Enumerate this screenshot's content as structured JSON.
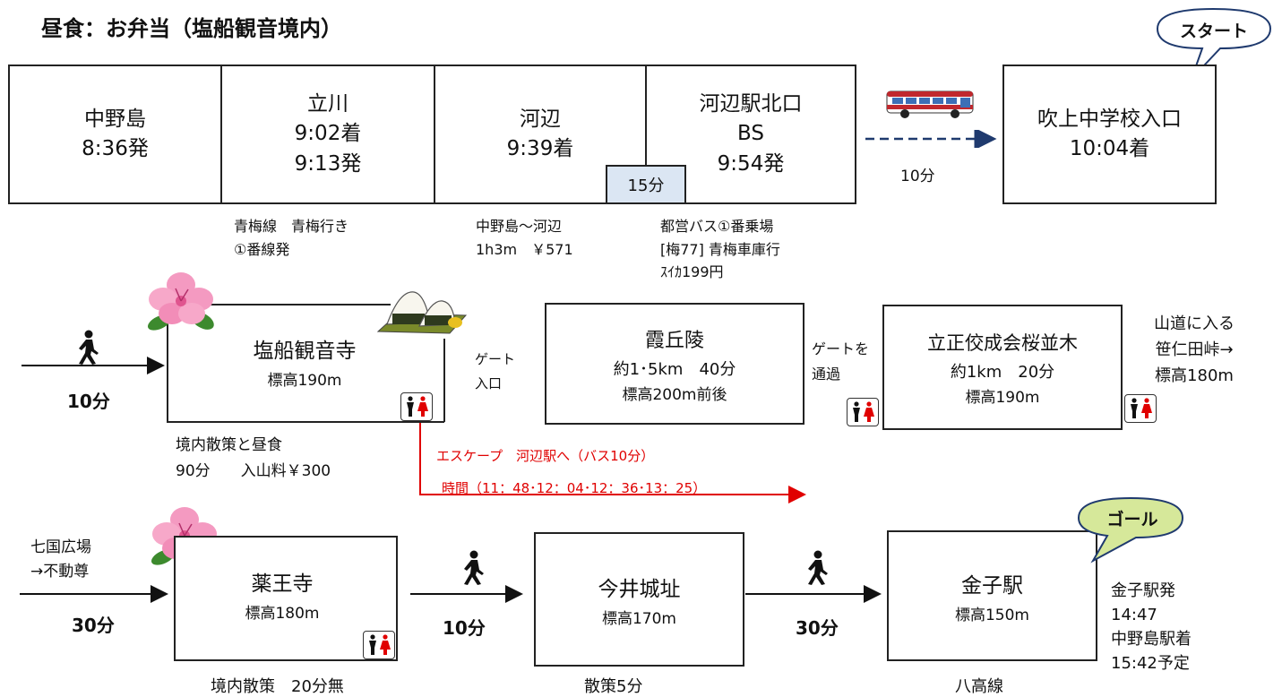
{
  "header": {
    "title": "昼食：お弁当（塩船観音境内）"
  },
  "colors": {
    "escape_red": "#e00000",
    "bus_arrow": "#1f3a6e",
    "bubble_green": "#d6e89a",
    "bubble_white": "#ffffff"
  },
  "icons": [
    "walker-icon",
    "toilet-icon",
    "bus-icon",
    "onigiri-icon",
    "azalea-flower-icon"
  ],
  "row1": {
    "stations": [
      {
        "name": "中野島",
        "line1": "8:36発",
        "line2": ""
      },
      {
        "name": "立川",
        "line1": "9:02着",
        "line2": "9:13発"
      },
      {
        "name": "河辺",
        "line1": "9:39着",
        "line2": ""
      },
      {
        "name": "河辺駅北口",
        "line1": "BS",
        "line2": "9:54発"
      }
    ],
    "transfer_badge": "15分",
    "bus_time": "10分",
    "start_bubble": "スタート",
    "destination": {
      "name": "吹上中学校入口",
      "time": "10:04着"
    },
    "notes": {
      "tachikawa": [
        "青梅線　青梅行き",
        "①番線発"
      ],
      "fare": [
        "中野島～河辺",
        "1h3m　￥571"
      ],
      "bus": [
        "都営バス①番乗場",
        "[梅77] 青梅車庫行",
        "ｽｲｶ199円"
      ]
    }
  },
  "row2": {
    "walk_time": "10分",
    "shiofune": {
      "name": "塩船観音寺",
      "elevation": "標高190m",
      "notes": [
        "境内散策と昼食",
        "90分　　入山料￥300"
      ]
    },
    "gate": [
      "ゲート",
      "入口"
    ],
    "kasumi": {
      "name": "霞丘陵",
      "distance": "約1･5km　40分",
      "elevation": "標高200m前後"
    },
    "gate_pass": [
      "ゲートを",
      "通過"
    ],
    "rissho": {
      "name": "立正佼成会桜並木",
      "distance": "約1km　20分",
      "elevation": "標高190m"
    },
    "mountain": [
      "山道に入る",
      "笹仁田峠→",
      "標高180m"
    ],
    "escape": {
      "line1": "エスケープ　河辺駅へ（バス10分）",
      "line2": "時間（11：48･12：04･12：36･13：25）"
    }
  },
  "row3": {
    "start_note": [
      "七国広場",
      "→不動尊"
    ],
    "walk1": "30分",
    "yakuo": {
      "name": "薬王寺",
      "elevation": "標高180m",
      "note": "境内散策　20分無"
    },
    "walk2": "10分",
    "imai": {
      "name": "今井城址",
      "elevation": "標高170m",
      "note": "散策5分"
    },
    "walk3": "30分",
    "kaneko": {
      "name": "金子駅",
      "elevation": "標高150m",
      "note": "八高線"
    },
    "goal_bubble": "ゴール",
    "end_note": [
      "金子駅発",
      "14:47",
      "中野島駅着",
      "15:42予定"
    ]
  }
}
